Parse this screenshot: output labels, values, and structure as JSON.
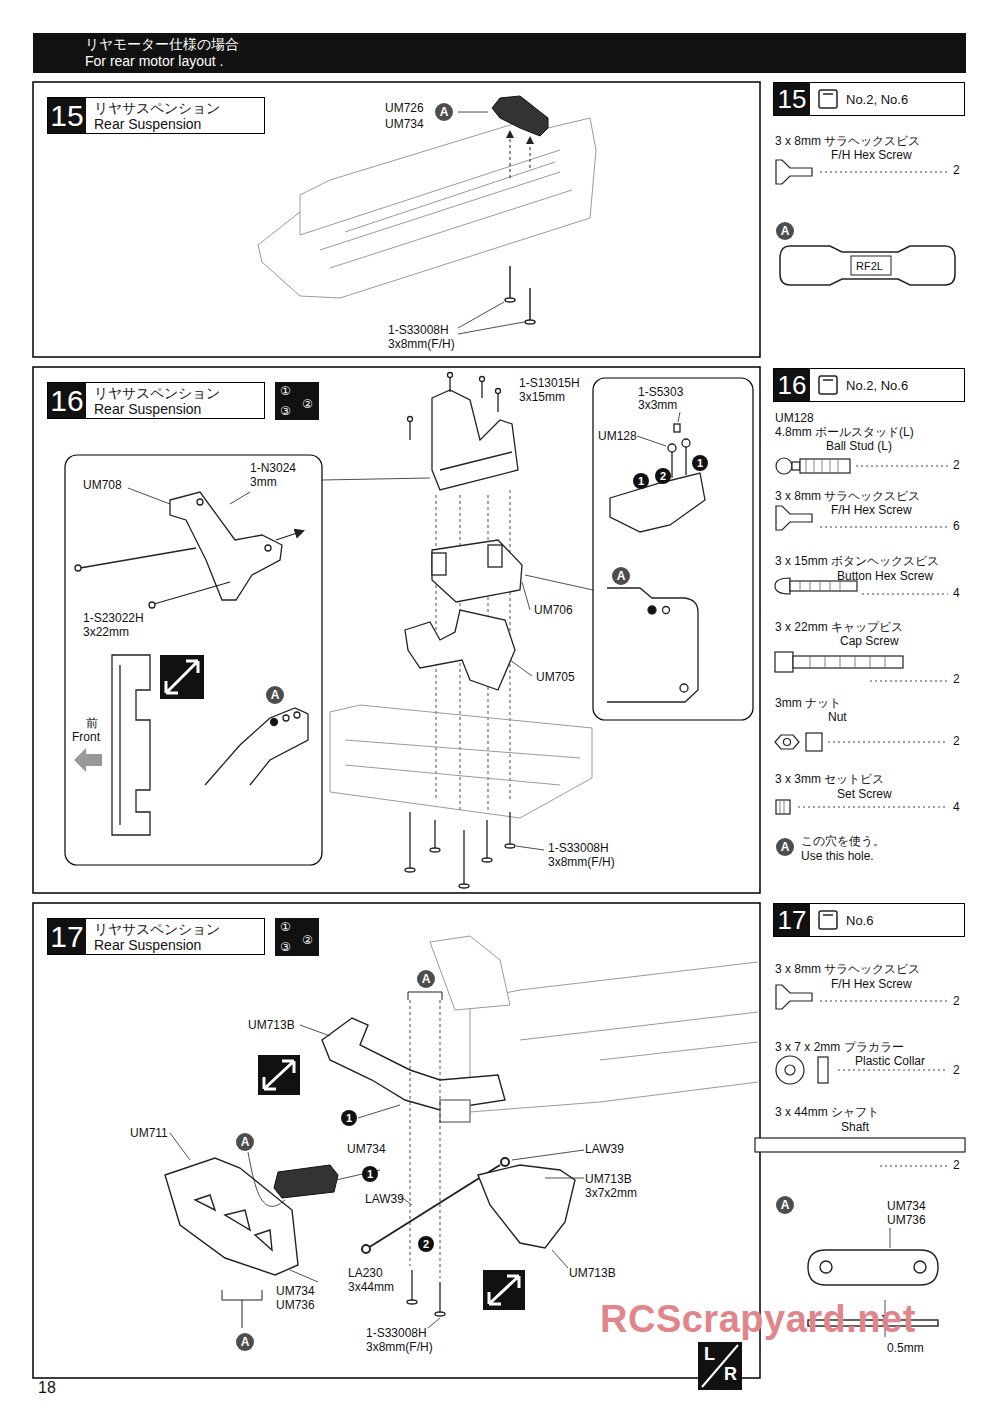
{
  "diagram": {
    "nodes": [
      {
        "text": [
          "リヤモーター仕様の場合",
          "For rear motor layout ."
        ]
      },
      {
        "text": [
          "15",
          "リヤサスペンション",
          "Rear Suspension"
        ]
      },
      {
        "text": [
          "15",
          "No.2, No.6"
        ]
      },
      {
        "text": [
          "16",
          "リヤサスペンション",
          "Rear Suspension"
        ]
      },
      {
        "text": [
          "16",
          "No.2, No.6"
        ]
      },
      {
        "text": [
          "17",
          "リヤサスペンション",
          "Rear Suspension"
        ]
      },
      {
        "text": [
          "17",
          "No.6"
        ]
      }
    ],
    "labels": [
      "UM726",
      "UM734",
      "A",
      "1-S33008H",
      "3x8mm(F/H)",
      "3 x 8mm サラヘックスビス",
      "F/H Hex Screw",
      "2",
      "A",
      "RF2L",
      "①",
      "②",
      "③",
      "1-S13015H",
      "3x15mm",
      "1-S5303",
      "3x3mm",
      "UM128",
      "1",
      "2",
      "1",
      "A",
      "UM706",
      "UM705",
      "1-S33008H",
      "3x8mm(F/H)",
      "UM708",
      "1-N3024",
      "3mm",
      "1-S23022H",
      "3x22mm",
      "前",
      "Front",
      "A",
      "UM128",
      "4.8mm ボールスタッド(L)",
      "Ball Stud (L)",
      "2",
      "3 x 8mm サラヘックスビス",
      "F/H Hex Screw",
      "6",
      "3 x 15mm ボタンヘックスビス",
      "Button Hex Screw",
      "4",
      "3 x 22mm キャップビス",
      "Cap Screw",
      "2",
      "3mm ナット",
      "Nut",
      "2",
      "3 x 3mm セットビス",
      "Set Screw",
      "4",
      "A",
      "この穴を使う。",
      "Use this hole.",
      "①",
      "②",
      "③",
      "A",
      "UM713B",
      "1",
      "UM711",
      "A",
      "UM734",
      "1",
      "LAW39",
      "LAW39",
      "UM713B",
      "3x7x2mm",
      "2",
      "LA230",
      "3x44mm",
      "UM713B",
      "UM734",
      "UM736",
      "1-S33008H",
      "3x8mm(F/H)",
      "A",
      "L",
      "R",
      "3 x 8mm サラヘックスビス",
      "F/H Hex Screw",
      "2",
      "3 x 7 x 2mm プラカラー",
      "Plastic Collar",
      "2",
      "3 x 44mm シャフト",
      "Shaft",
      "2",
      "A",
      "UM734",
      "UM736",
      "0.5mm",
      "18",
      "RCScrapyard.net"
    ]
  }
}
